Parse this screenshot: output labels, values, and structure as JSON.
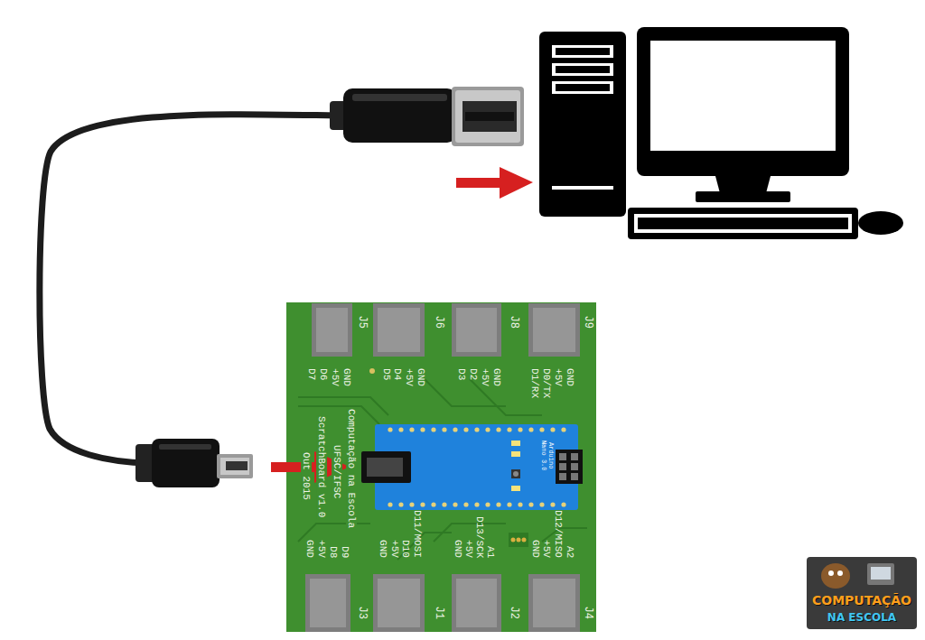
{
  "diagram": {
    "labels": [
      "J5",
      "J6",
      "J8",
      "J9",
      "GND",
      "+5V",
      "D6",
      "D7",
      "GND",
      "+5V",
      "D4",
      "D5",
      "GND",
      "+5V",
      "D2",
      "D3",
      "GND",
      "+5V",
      "D0/TX",
      "D1/RX",
      "Computação na Escola",
      "UFSC/IFSC",
      "ScratchBoard v1.0",
      "Out 2015",
      "Arduino Nano 3.0",
      "D9",
      "D8",
      "+5V",
      "GND",
      "D11/MOSI",
      "D10",
      "+5V",
      "GND",
      "A1",
      "D13/SCK",
      "+5V",
      "GND",
      "A2",
      "D12/MISO",
      "+5V",
      "GND",
      "J3",
      "J1",
      "J2",
      "J4",
      "COMPUTAÇÃO",
      "NA ESCOLA"
    ]
  }
}
